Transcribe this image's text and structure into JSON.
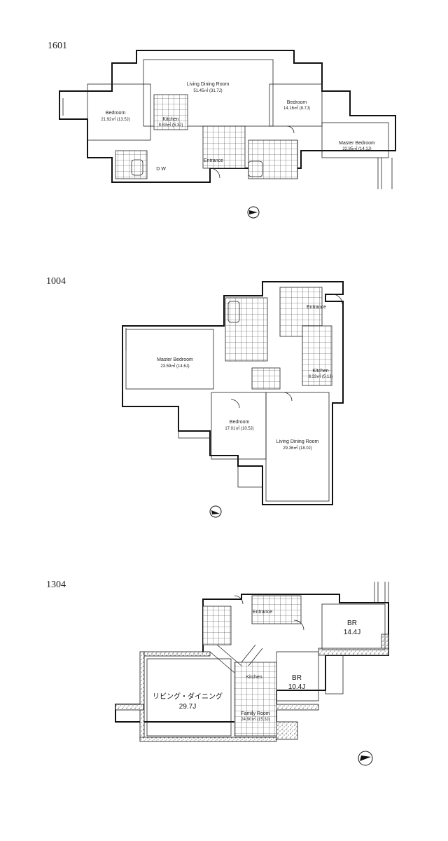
{
  "plans": [
    {
      "unit": "1601",
      "rooms": {
        "living": {
          "name": "Living Dining Room",
          "area": "51.45㎡ (31.7J)"
        },
        "bedroom_left": {
          "name": "Bedroom",
          "area": "21.92㎡ (13.5J)"
        },
        "kitchen": {
          "name": "Kitchen",
          "area": "8.63㎡ (5.3J)"
        },
        "bedroom_right": {
          "name": "Bedroom",
          "area": "14.16㎡ (8.7J)"
        },
        "master": {
          "name": "Master Bedroom",
          "area": "22.85㎡ (14.1J)"
        },
        "entrance": {
          "name": "Entrance"
        },
        "dw": {
          "name": "D W"
        }
      }
    },
    {
      "unit": "1004",
      "rooms": {
        "master": {
          "name": "Master Bedroom",
          "area": "23.59㎡ (14.6J)"
        },
        "entrance": {
          "name": "Entrance"
        },
        "kitchen": {
          "name": "Kitchen",
          "area": "8.33㎡ (5.1J)"
        },
        "bedroom": {
          "name": "Bedroom",
          "area": "17.01㎡ (10.5J)"
        },
        "living": {
          "name": "Living Dining Room",
          "area": "29.36㎡ (18.0J)"
        }
      }
    },
    {
      "unit": "1304",
      "rooms": {
        "entrance": {
          "name": "Entrance"
        },
        "br1": {
          "name": "BR",
          "area": "14.4J"
        },
        "kitchen": {
          "name": "Kitchen"
        },
        "br2": {
          "name": "BR",
          "area": "10.4J"
        },
        "living": {
          "name": "リビング・ダイニング",
          "area": "29.7J"
        },
        "family": {
          "name": "Family Room",
          "area": "24.90㎡ (15.3J)"
        }
      }
    }
  ],
  "north_icon": "north-compass-icon"
}
